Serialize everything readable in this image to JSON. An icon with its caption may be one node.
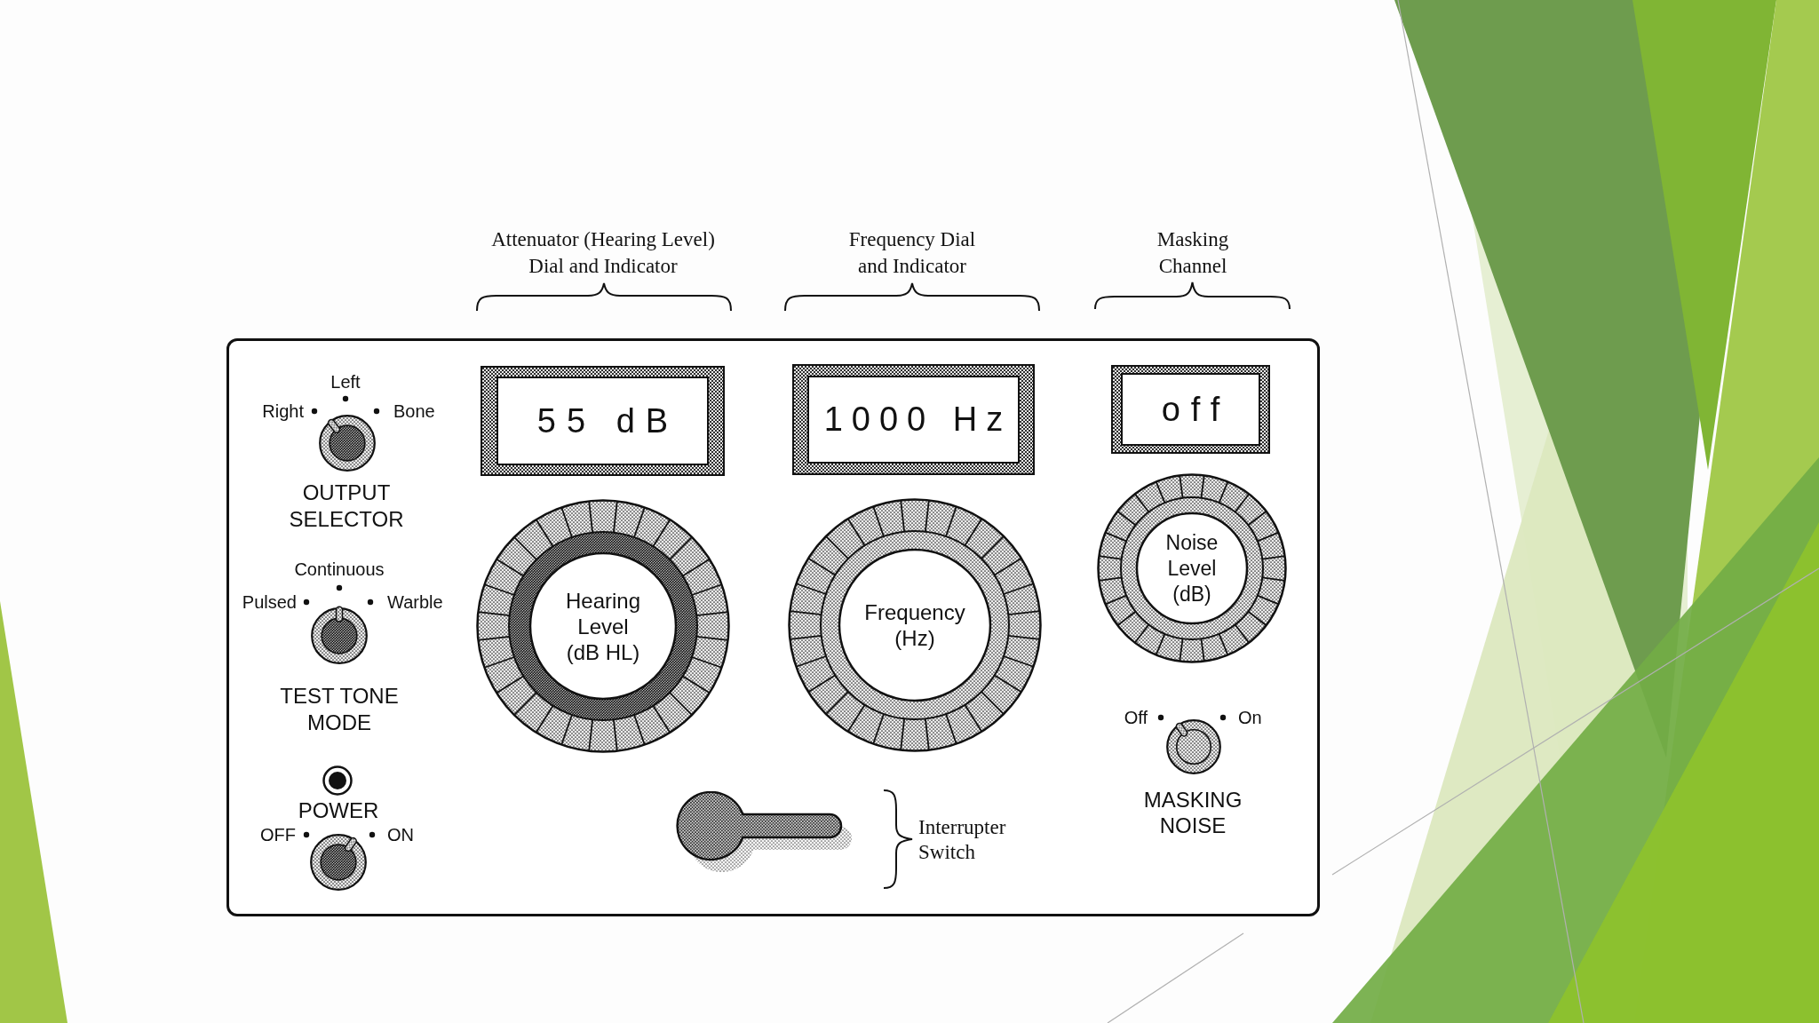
{
  "diagram": {
    "nodes": [
      {
        "text": [],
        "shape": "box"
      },
      {
        "text": [
          "55 dB"
        ],
        "in": 0
      },
      {
        "text": [
          "1000 Hz"
        ],
        "in": 0
      },
      {
        "text": [
          "off"
        ],
        "in": 0
      },
      {
        "text": [
          "Hearing Level (dB HL)"
        ],
        "in": 0
      },
      {
        "text": [
          "Frequency (Hz)"
        ],
        "in": 0
      },
      {
        "text": [
          "Noise Level (dB)"
        ],
        "in": 0
      }
    ],
    "labels": [
      "Attenuator (Hearing Level) Dial and Indicator",
      "Frequency Dial and Indicator",
      "Masking Channel",
      "Left",
      "Right",
      "Bone",
      "OUTPUT SELECTOR",
      "Continuous",
      "Pulsed",
      "Warble",
      "TEST TONE MODE",
      "Off",
      "On",
      "MASKING NOISE",
      "POWER",
      "OFF",
      "ON",
      "Interrupter Switch"
    ]
  }
}
